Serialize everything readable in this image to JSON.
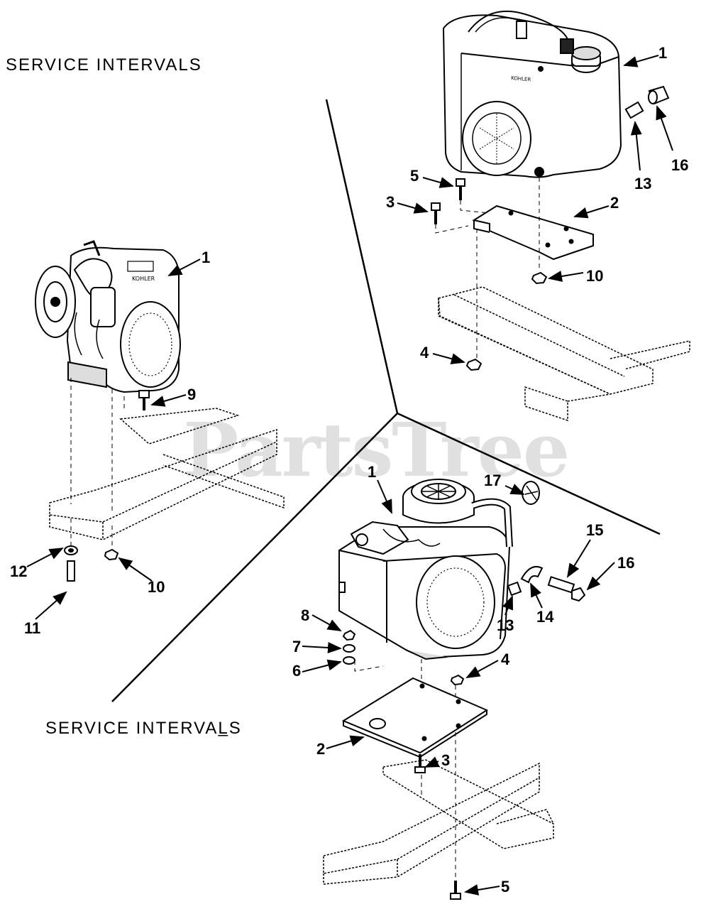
{
  "headings": {
    "top": "SERVICE INTERVALS",
    "bottom": "SERVICE INTERVAL̲S"
  },
  "watermark": "PartsTree",
  "engine_brand_text": "KOHLER",
  "callouts": {
    "top_right": [
      "1",
      "16",
      "13",
      "2",
      "5",
      "3",
      "10",
      "4"
    ],
    "left": [
      "1",
      "9",
      "12",
      "10",
      "11"
    ],
    "bottom": [
      "1",
      "17",
      "15",
      "16",
      "13",
      "14",
      "8",
      "7",
      "6",
      "4",
      "2",
      "3",
      "5"
    ]
  },
  "colors": {
    "ink": "#000000",
    "watermark": "#e0e0e0",
    "paper": "#ffffff"
  }
}
